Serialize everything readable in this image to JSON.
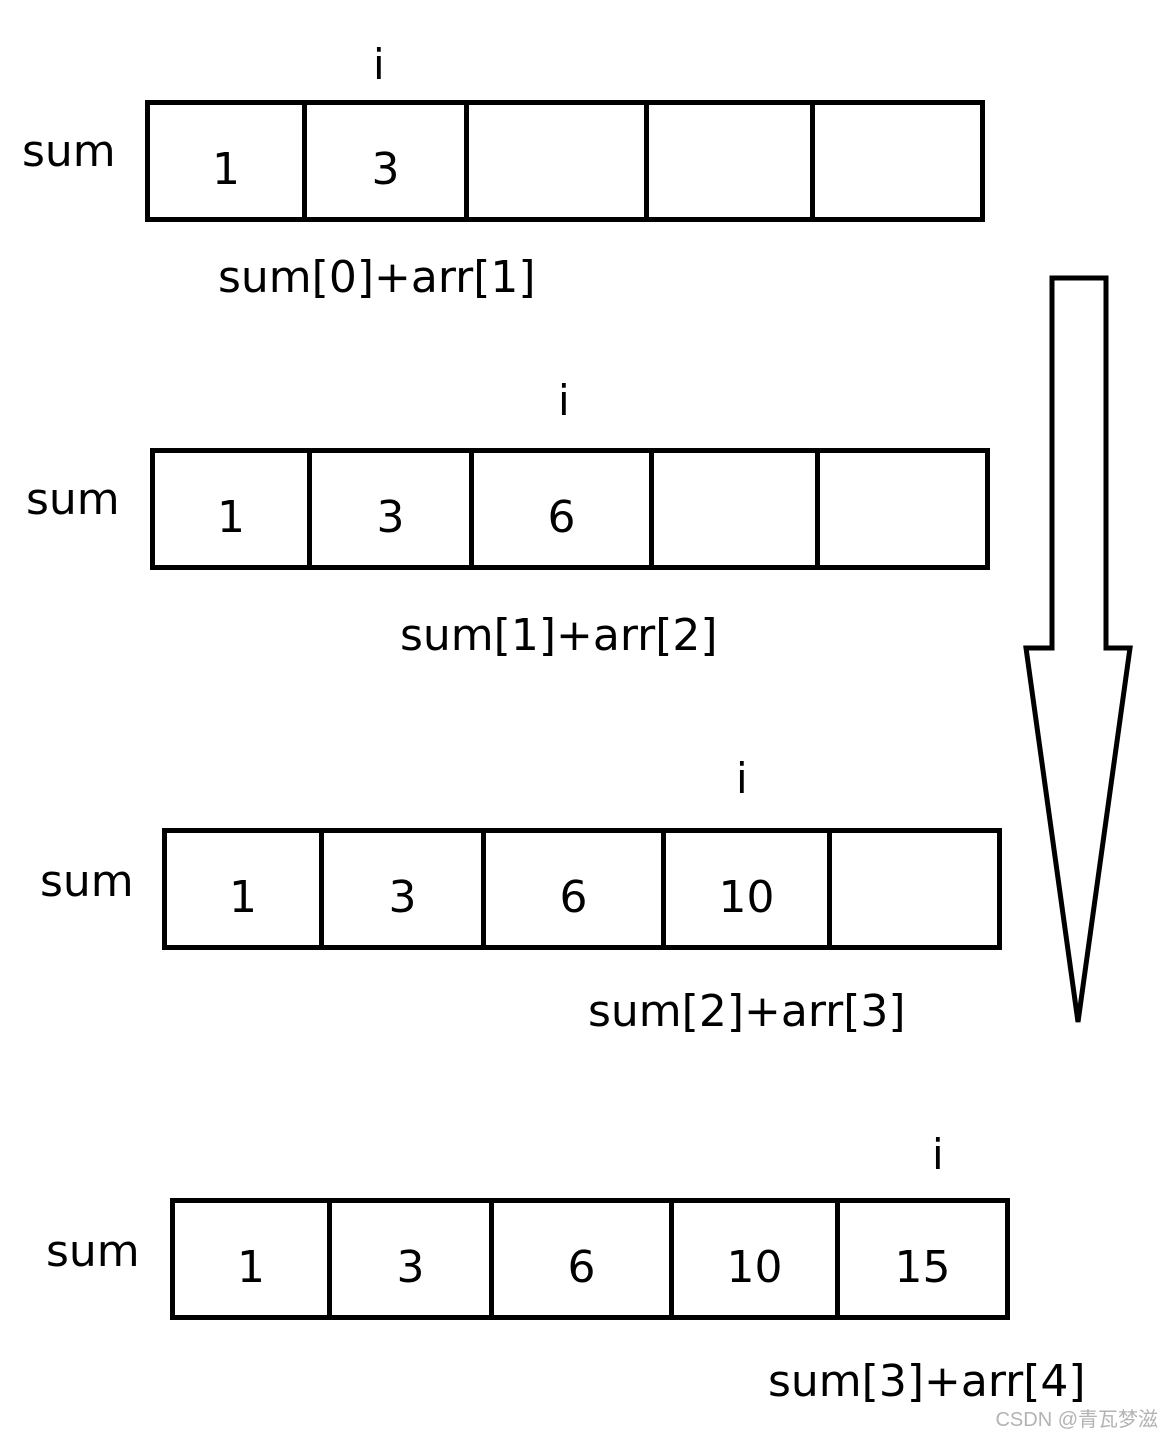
{
  "steps": [
    {
      "label": "sum",
      "pointer": "i",
      "cells": [
        "1",
        "3",
        "",
        "",
        ""
      ],
      "formula": "sum[0]+arr[1]"
    },
    {
      "label": "sum",
      "pointer": "i",
      "cells": [
        "1",
        "3",
        "6",
        "",
        ""
      ],
      "formula": "sum[1]+arr[2]"
    },
    {
      "label": "sum",
      "pointer": "i",
      "cells": [
        "1",
        "3",
        "6",
        "10",
        ""
      ],
      "formula": "sum[2]+arr[3]"
    },
    {
      "label": "sum",
      "pointer": "i",
      "cells": [
        "1",
        "3",
        "6",
        "10",
        "15"
      ],
      "formula": "sum[3]+arr[4]"
    }
  ],
  "watermark": "CSDN @青瓦梦滋"
}
